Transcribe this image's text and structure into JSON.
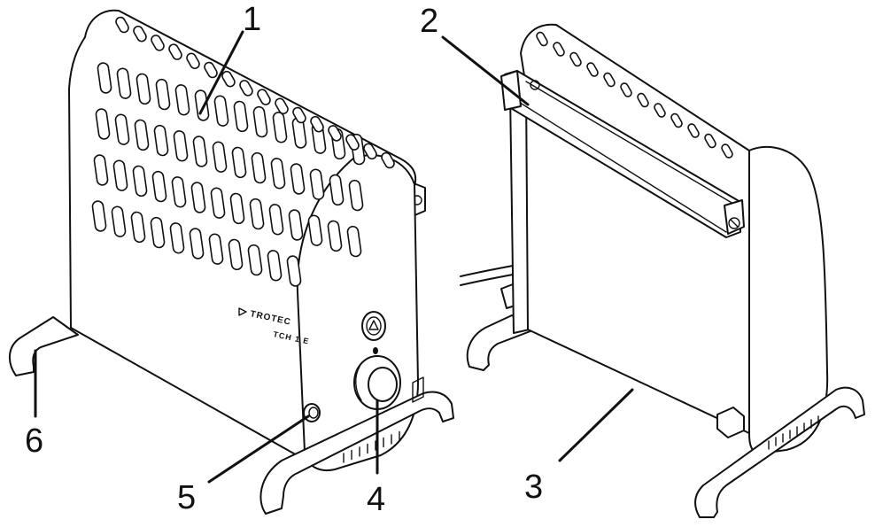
{
  "device": {
    "brand": "TROTEC",
    "model": "TCH 1 E"
  },
  "callouts": [
    {
      "id": "1",
      "label": "1"
    },
    {
      "id": "2",
      "label": "2"
    },
    {
      "id": "3",
      "label": "3"
    },
    {
      "id": "4",
      "label": "4"
    },
    {
      "id": "5",
      "label": "5"
    },
    {
      "id": "6",
      "label": "6"
    }
  ],
  "colors": {
    "line": "#111111",
    "background": "#ffffff"
  }
}
